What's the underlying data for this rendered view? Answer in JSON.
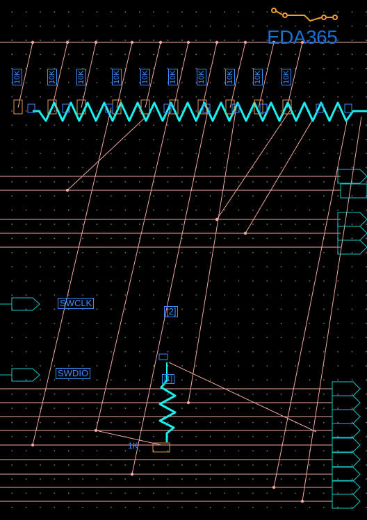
{
  "colors": {
    "wire": "#f2a8a0",
    "resistor": "#19f0f0",
    "port": "#18c8c8",
    "label": "#3b8cff",
    "designator": "#e09a50",
    "logo": "#1a6fd4",
    "logo_trace": "#f0a030"
  },
  "logo": {
    "text": "EDA365"
  },
  "pullup_values": [
    "10K",
    "10K",
    "10K",
    "10K",
    "10K",
    "10K",
    "10K",
    "10K",
    "10K",
    "10K"
  ],
  "net_labels": {
    "swclk": "SWCLK",
    "swdio": "SWDIO"
  },
  "pin_label": "[2]",
  "series_resistor": {
    "value": "1K",
    "pin_top": "[1]"
  }
}
